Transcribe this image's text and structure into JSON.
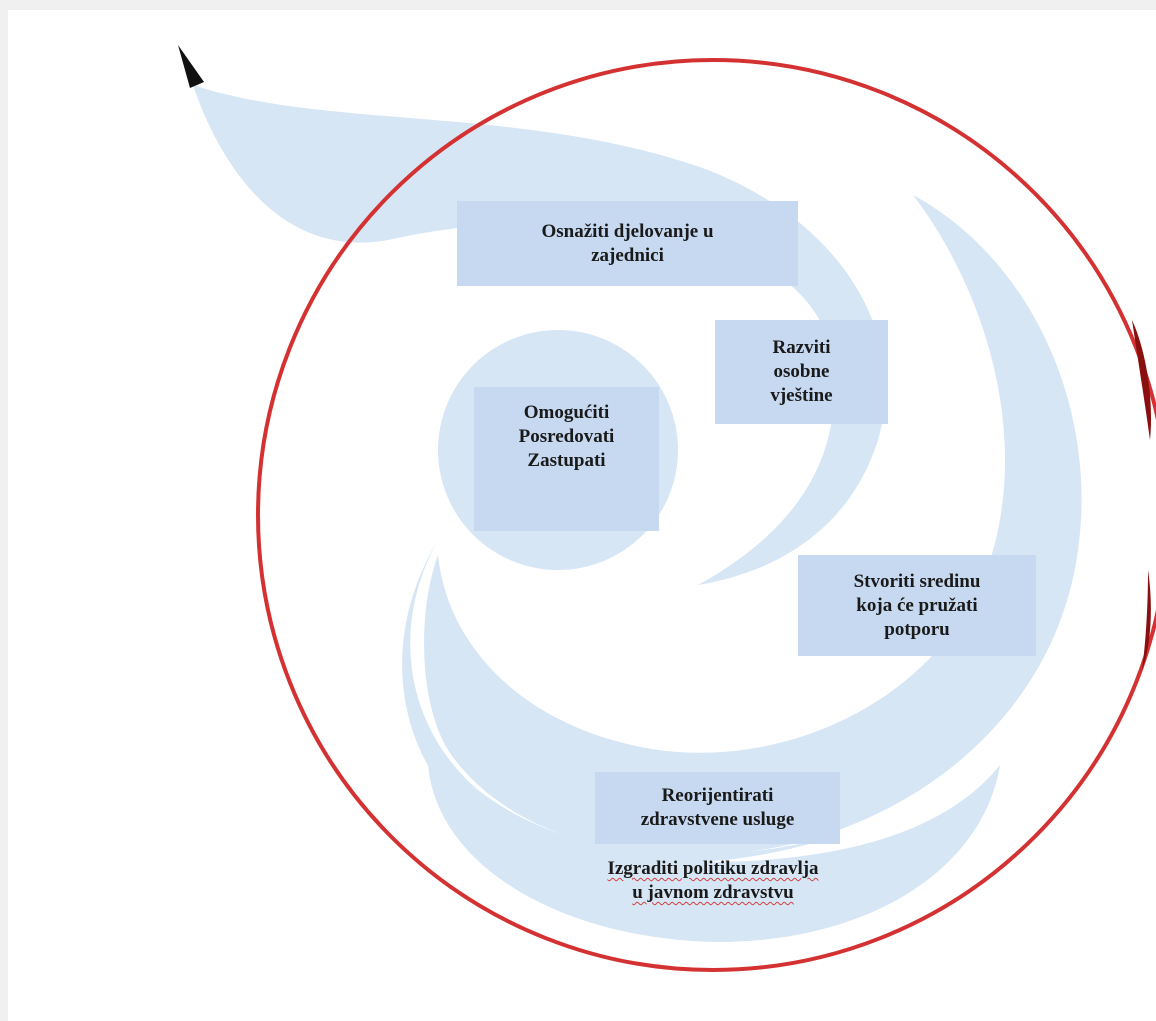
{
  "diagram": {
    "colors": {
      "circle_stroke": "#d43232",
      "swirl_fill": "#d6e6f5",
      "box_fill": "#c6d9f1",
      "arrow_tip": "#111111"
    },
    "labels": {
      "community": "Osnažiti djelovanje u\nzajednici",
      "skills": "Razviti\nosobne\nvještine",
      "center": "Omogućiti\nPosredovati\nZastupati",
      "environment": "Stvoriti sredinu\nkoja će pružati\npotporu",
      "services": "Reorijentirati\nzdravstvene usluge",
      "policy": "Izgraditi politiku zdravlja\nu javnom zdravstvu"
    }
  }
}
